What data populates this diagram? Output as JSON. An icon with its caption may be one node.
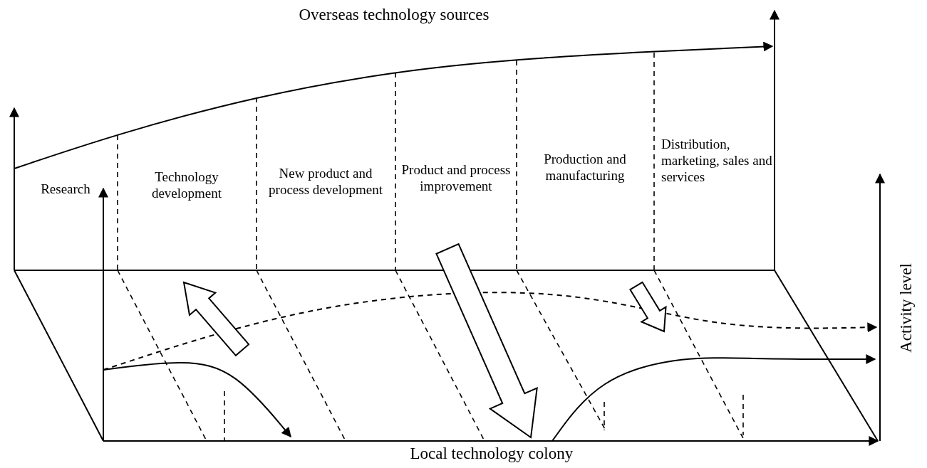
{
  "diagram": {
    "nodes": [
      {
        "text": [
          "Research"
        ]
      },
      {
        "text": [
          "Technology development"
        ]
      },
      {
        "text": [
          "New product and process development"
        ]
      },
      {
        "text": [
          "Product and process improvement"
        ]
      },
      {
        "text": [
          "Production and manufacturing"
        ]
      },
      {
        "text": [
          "Distribution, marketing, sales and services"
        ]
      }
    ],
    "labels": [
      "Overseas technology sources",
      "Local technology colony",
      "Activity level"
    ]
  }
}
